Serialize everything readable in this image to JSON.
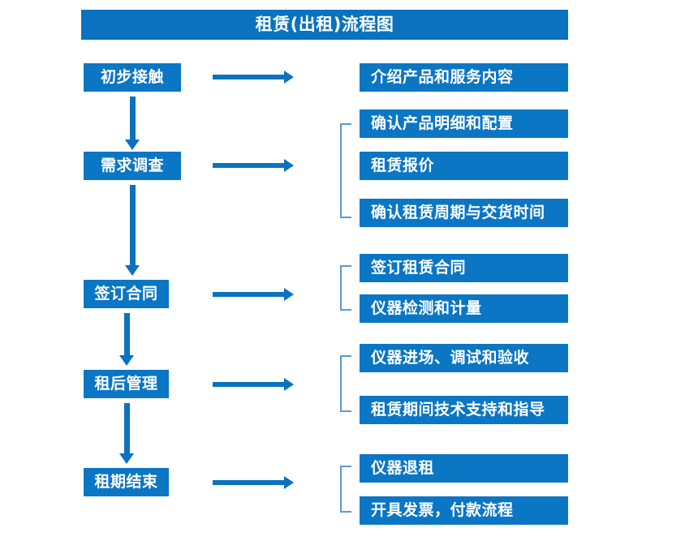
{
  "chart": {
    "title": "租赁(出租)流程图",
    "colors": {
      "box_fill": "#0b76c4",
      "arrow": "#0a72bf",
      "bracket": "#5b9bd5",
      "text": "#ffffff",
      "background": "#ffffff"
    }
  },
  "stages": [
    {
      "label": "初步接触"
    },
    {
      "label": "需求调查"
    },
    {
      "label": "签订合同"
    },
    {
      "label": "租后管理"
    },
    {
      "label": "租期结束"
    }
  ],
  "details": [
    {
      "label": "介绍产品和服务内容"
    },
    {
      "label": "确认产品明细和配置"
    },
    {
      "label": "租赁报价"
    },
    {
      "label": "确认租赁周期与交货时间"
    },
    {
      "label": "签订租赁合同"
    },
    {
      "label": "仪器检测和计量"
    },
    {
      "label": "仪器进场、调试和验收"
    },
    {
      "label": "租赁期间技术支持和指导"
    },
    {
      "label": "仪器退租"
    },
    {
      "label": "开具发票，付款流程"
    }
  ]
}
